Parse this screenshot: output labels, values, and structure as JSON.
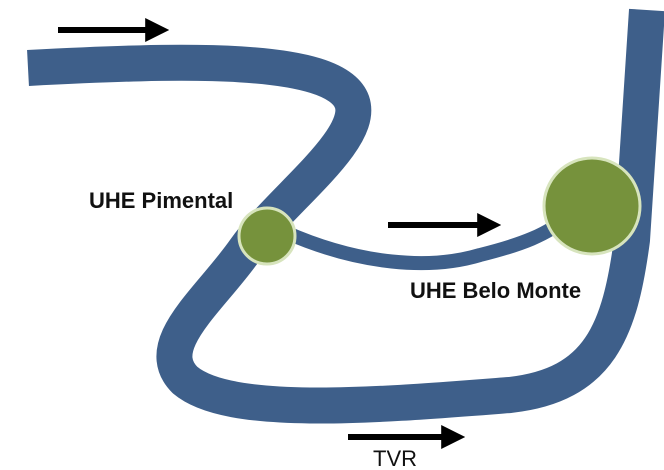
{
  "diagram": {
    "labels": {
      "pimental": "UHE Pimental",
      "belo_monte": "UHE Belo Monte",
      "tvr": "TVR"
    },
    "colors": {
      "river": "#3e5f8a",
      "dam_fill": "#76923c",
      "dam_stroke": "#d7e4bd",
      "arrow": "#000000"
    }
  }
}
